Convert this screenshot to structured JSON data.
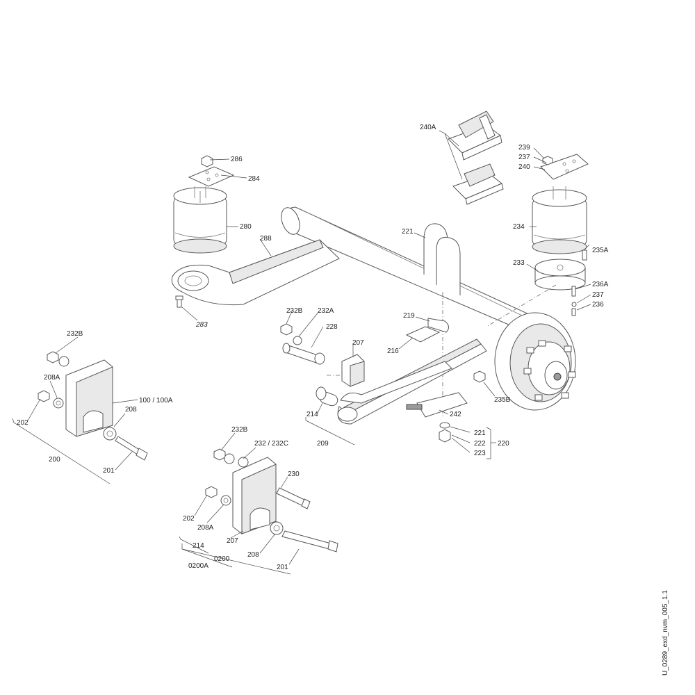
{
  "drawing_id": "U_0289_exd_nvm_005_1.1",
  "labels": {
    "l_240A": "240A",
    "l_239": "239",
    "l_237a": "237",
    "l_240": "240",
    "l_286": "286",
    "l_284": "284",
    "l_280": "280",
    "l_288": "288",
    "l_283": "283",
    "l_221a": "221",
    "l_234": "234",
    "l_235A": "235A",
    "l_233": "233",
    "l_236A": "236A",
    "l_237b": "237",
    "l_236": "236",
    "l_219": "219",
    "l_216": "216",
    "l_232B_m": "232B",
    "l_232A": "232A",
    "l_228": "228",
    "l_207_m": "207",
    "l_235B": "235B",
    "l_214_m": "214",
    "l_209": "209",
    "l_242": "242",
    "l_221b": "221",
    "l_222": "222",
    "l_223": "223",
    "l_220": "220",
    "l_232B_l": "232B",
    "l_208A_l": "208A",
    "l_100": "100 / 100A",
    "l_208_l": "208",
    "l_202_l": "202",
    "l_200": "200",
    "l_201_l": "201",
    "l_232B_b": "232B",
    "l_232C": "232 / 232C",
    "l_230": "230",
    "l_202_b": "202",
    "l_208A_b": "208A",
    "l_207_b": "207",
    "l_214_b": "214",
    "l_0200": "0200",
    "l_0200A": "0200A",
    "l_208_b": "208",
    "l_201_b": "201"
  }
}
